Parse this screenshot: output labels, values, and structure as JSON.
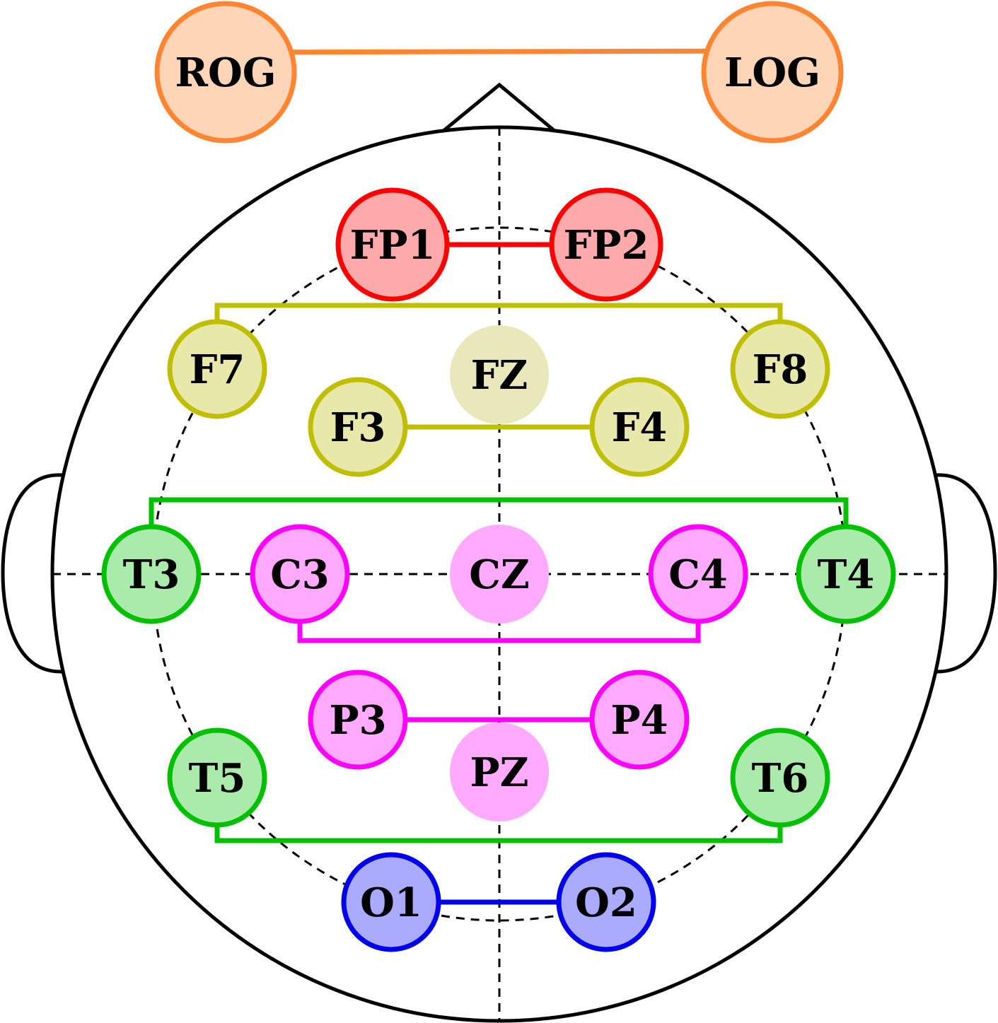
{
  "electrodes": [
    {
      "id": "rog",
      "label": "ROG",
      "group": "eog"
    },
    {
      "id": "log",
      "label": "LOG",
      "group": "eog"
    },
    {
      "id": "fp1",
      "label": "FP1",
      "group": "prefrontal"
    },
    {
      "id": "fp2",
      "label": "FP2",
      "group": "prefrontal"
    },
    {
      "id": "f7",
      "label": "F7",
      "group": "frontal"
    },
    {
      "id": "fz",
      "label": "FZ",
      "group": "frontal_midline"
    },
    {
      "id": "f8",
      "label": "F8",
      "group": "frontal"
    },
    {
      "id": "f3",
      "label": "F3",
      "group": "frontal"
    },
    {
      "id": "f4",
      "label": "F4",
      "group": "frontal"
    },
    {
      "id": "t3",
      "label": "T3",
      "group": "temporal"
    },
    {
      "id": "c3",
      "label": "C3",
      "group": "central_parietal"
    },
    {
      "id": "cz",
      "label": "CZ",
      "group": "central_midline"
    },
    {
      "id": "c4",
      "label": "C4",
      "group": "central_parietal"
    },
    {
      "id": "t4",
      "label": "T4",
      "group": "temporal"
    },
    {
      "id": "p3",
      "label": "P3",
      "group": "central_parietal"
    },
    {
      "id": "p4",
      "label": "P4",
      "group": "central_parietal"
    },
    {
      "id": "pz",
      "label": "PZ",
      "group": "central_midline"
    },
    {
      "id": "t5",
      "label": "T5",
      "group": "temporal"
    },
    {
      "id": "t6",
      "label": "T6",
      "group": "temporal"
    },
    {
      "id": "o1",
      "label": "O1",
      "group": "occipital"
    },
    {
      "id": "o2",
      "label": "O2",
      "group": "occipital"
    }
  ],
  "connections": [
    {
      "from": "rog",
      "to": "log",
      "group": "eog"
    },
    {
      "from": "fp1",
      "to": "fp2",
      "group": "prefrontal"
    },
    {
      "from": "f7",
      "to": "f8",
      "group": "frontal"
    },
    {
      "from": "f3",
      "to": "f4",
      "group": "frontal"
    },
    {
      "from": "t3",
      "to": "t4",
      "group": "temporal"
    },
    {
      "from": "c3",
      "to": "c4",
      "group": "central_parietal"
    },
    {
      "from": "p3",
      "to": "p4",
      "group": "central_parietal"
    },
    {
      "from": "t5",
      "to": "t6",
      "group": "temporal"
    },
    {
      "from": "o1",
      "to": "o2",
      "group": "occipital"
    }
  ],
  "colors": {
    "eog": {
      "stroke": "#ff8533",
      "fill": "#ffd5b8"
    },
    "prefrontal": {
      "stroke": "#ff0000",
      "fill": "#ffaaaa"
    },
    "frontal": {
      "stroke": "#bfbf00",
      "fill": "#e8e8aa"
    },
    "frontal_midline": {
      "stroke": "none",
      "fill": "#e8e8bb"
    },
    "temporal": {
      "stroke": "#00c000",
      "fill": "#aaeaaa"
    },
    "central_parietal": {
      "stroke": "#ff00ff",
      "fill": "#ffaaff"
    },
    "central_midline": {
      "stroke": "none",
      "fill": "#ffaaff"
    },
    "occipital": {
      "stroke": "#0000ee",
      "fill": "#aaaaff"
    },
    "outline": "#000000"
  }
}
